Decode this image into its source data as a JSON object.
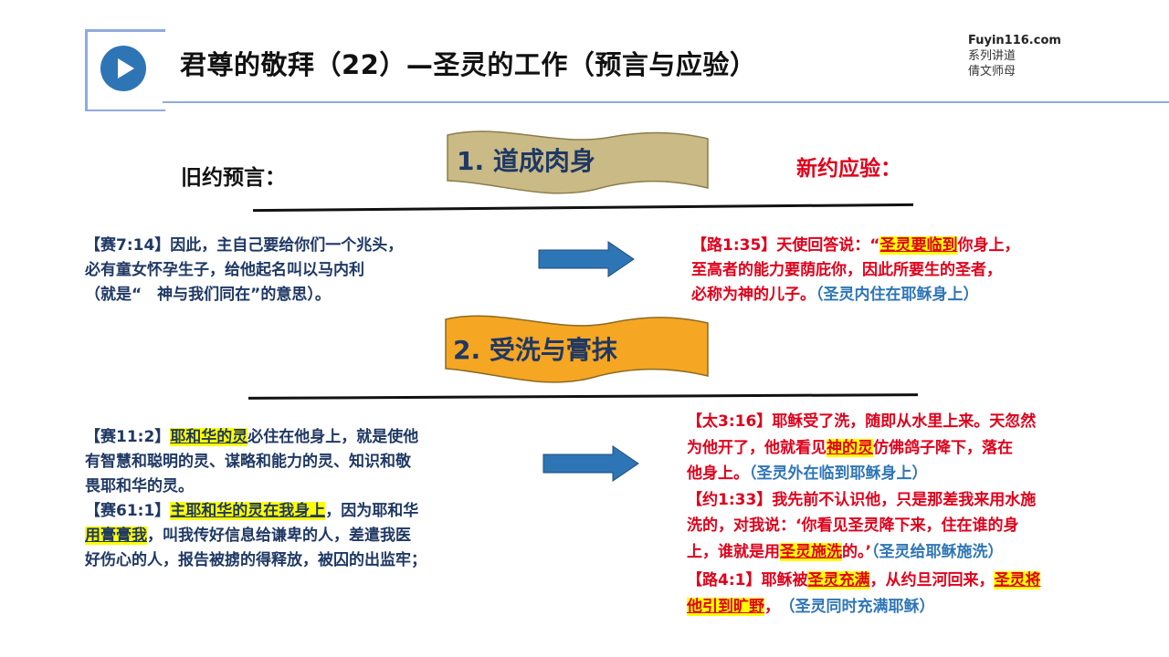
{
  "header": {
    "title": "君尊的敬拜（22）—圣灵的工作（预言与应验）",
    "site": "Fuyin116.com",
    "series": "系列讲道",
    "speaker": "倩文师母"
  },
  "sections": {
    "ot_label": "旧约预言：",
    "nt_label": "新约应验："
  },
  "banners": {
    "b1": "1. 道成肉身",
    "b2": "2. 受洗与膏抹"
  },
  "ot1": {
    "ref": "【赛7:14】",
    "l1": "因此，主自己要给你们一个兆头，",
    "l2": "必有童女怀孕生子，给他起名叫以马内利",
    "l3": "（就是“　神与我们同在”的意思）。"
  },
  "nt1": {
    "ref": "【路1:35】",
    "l1a": "天使回答说：“",
    "l1hl": "圣灵要临到",
    "l1b": "你身上，",
    "l2": "至高者的能力要荫庇你，因此所要生的圣者，",
    "l3": "必称为神的儿子。",
    "note": "（圣灵内住在耶稣身上）"
  },
  "ot2": {
    "ref1": "【赛11:2】",
    "hl1": "耶和华的灵",
    "l1b": "必住在他身上，就是使他",
    "l2": "有智慧和聪明的灵、谋略和能力的灵、知识和敬",
    "l3": "畏耶和华的灵。",
    "ref2": "【赛61:1】",
    "hl2": "主耶和华的灵在我身上",
    "l4b": "，因为耶和华",
    "hl3": "用膏膏我",
    "l5b": "，叫我传好信息给谦卑的人，差遣我医",
    "l6": "好伤心的人，报告被掳的得释放，被囚的出监牢；"
  },
  "nt2": {
    "ref1": "【太3:16】",
    "l1": "耶稣受了洗，随即从水里上来。天忽然",
    "l2a": "为他开了，他就看见",
    "hl1": "神的灵",
    "l2b": "仿佛鸽子降下，落在",
    "l3": "他身上。",
    "note1": "（圣灵外在临到耶稣身上）",
    "ref2": "【约1:33】",
    "l4": "我先前不认识他，只是那差我来用水施",
    "l5": "洗的，对我说：‘你看见圣灵降下来，住在谁的身",
    "l6a": "上，谁就是用",
    "hl2": "圣灵施洗",
    "l6b": "的。’",
    "note2": "（圣灵给耶稣施洗）",
    "ref3": "【路4:1】",
    "l7a": "耶稣被",
    "hl3": "圣灵充满",
    "l7b": "，从约旦河回来，",
    "hl4": "圣灵将",
    "hl5": "他引到旷野",
    "l8b": "，",
    "note3": "（圣灵同时充满耶稣）"
  },
  "colors": {
    "navy": "#1f3864",
    "red": "#e0001b",
    "blue": "#2e75b6",
    "highlight": "#ffff00",
    "banner1": "#c9ba86",
    "banner2": "#f5a623",
    "arrow": "#2e75b6"
  }
}
